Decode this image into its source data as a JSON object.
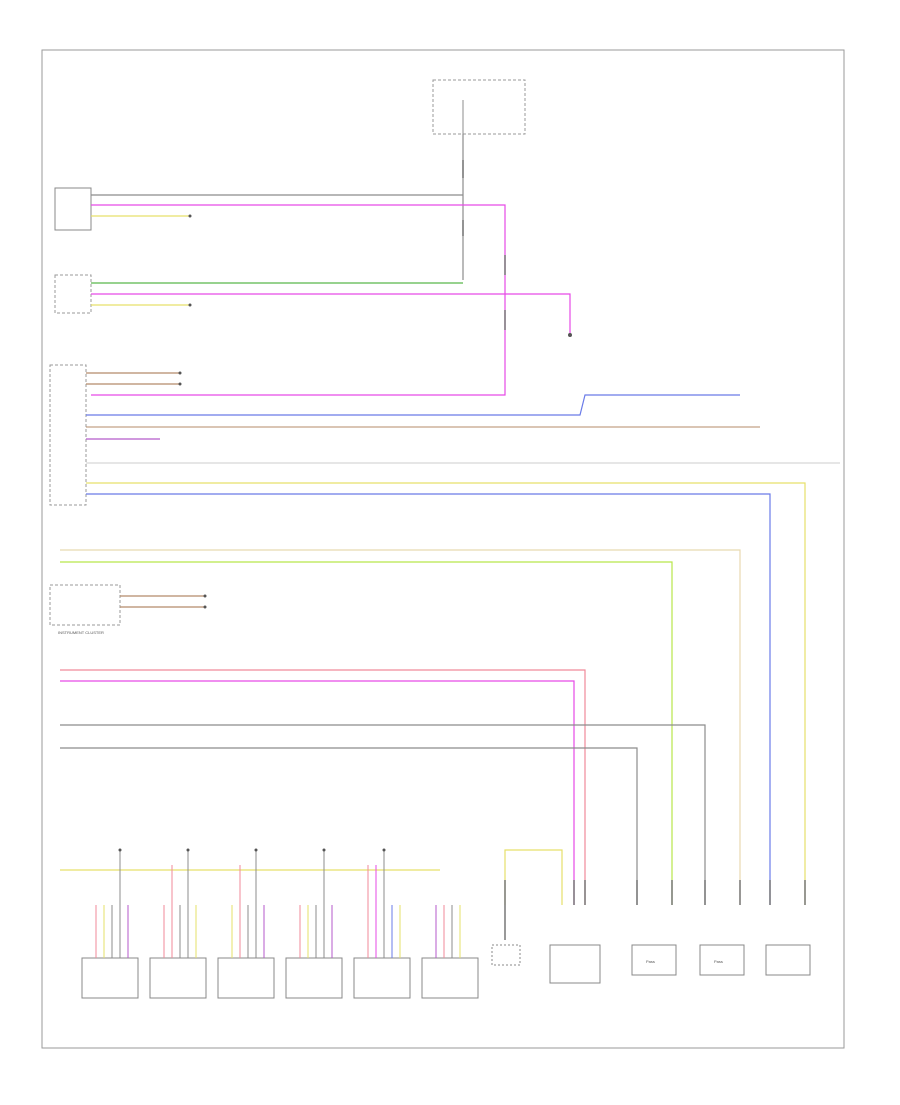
{
  "diagram": {
    "page_id": "",
    "power_supply": {
      "label": "",
      "fuse_label": ""
    },
    "components": [
      {
        "id": "c1",
        "label": ""
      },
      {
        "id": "c2",
        "label": ""
      },
      {
        "id": "c3",
        "label": ""
      },
      {
        "id": "c4",
        "label": "INSTRUMENT CLUSTER"
      },
      {
        "id": "t1",
        "label": ""
      },
      {
        "id": "t2",
        "label": ""
      },
      {
        "id": "t3",
        "label": ""
      },
      {
        "id": "t4",
        "label": ""
      },
      {
        "id": "t5",
        "label": ""
      },
      {
        "id": "t6",
        "label": ""
      },
      {
        "id": "b1",
        "label": ""
      },
      {
        "id": "b2",
        "label": ""
      },
      {
        "id": "s1",
        "label": "Pass"
      },
      {
        "id": "s2",
        "label": "Pass"
      },
      {
        "id": "s3",
        "label": ""
      }
    ]
  },
  "colors": {
    "green": "#59b84a",
    "magenta": "#e64ae6",
    "violet": "#b45acb",
    "blue": "#6a7be8",
    "yellow": "#e6e06a",
    "lime": "#b7e64a",
    "pink": "#f08a9a",
    "brown": "#b58b6a",
    "gray": "#8c8c8c",
    "light_gray": "#bdbdbd",
    "tan": "#e8d9b0"
  }
}
